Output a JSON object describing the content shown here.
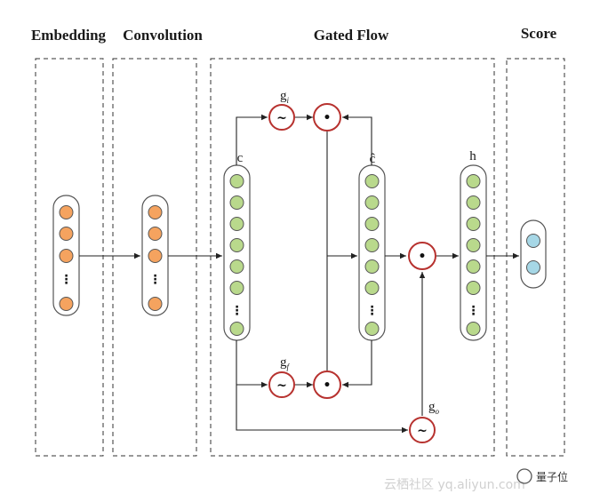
{
  "sections": {
    "embedding": "Embedding",
    "convolution": "Convolution",
    "gated_flow": "Gated Flow",
    "score": "Score"
  },
  "vectors": {
    "c": "c",
    "c_hat": "ĉ",
    "h": "h"
  },
  "gates": {
    "g_i": {
      "base": "g",
      "sub": "i"
    },
    "g_f": {
      "base": "g",
      "sub": "f"
    },
    "g_o": {
      "base": "g",
      "sub": "o"
    }
  },
  "symbols": {
    "sigmoid": "~",
    "multiply": "•",
    "ellipsis": "⋮"
  },
  "colors": {
    "embedding_node": "#f5a35f",
    "convolution_node": "#f5a35f",
    "hidden_node": "#b9d98c",
    "score_node": "#a6d7e6",
    "gate_stroke": "#b7322f"
  },
  "watermark": {
    "site": "云栖社区 yq.aliyun.com",
    "brand": "量子位"
  }
}
